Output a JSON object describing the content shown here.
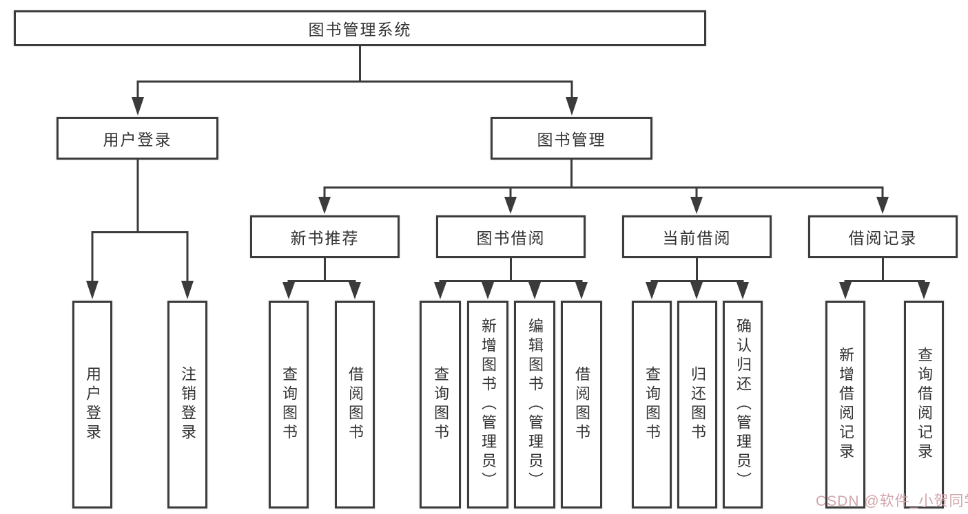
{
  "diagram": {
    "title": "图书管理系统",
    "root": {
      "label": "图书管理系统"
    },
    "level2": [
      {
        "id": "user-login",
        "label": "用户登录"
      },
      {
        "id": "book-mgmt",
        "label": "图书管理"
      }
    ],
    "level3": [
      {
        "id": "new-book-recommend",
        "label": "新书推荐",
        "parent": "图书管理"
      },
      {
        "id": "book-borrow",
        "label": "图书借阅",
        "parent": "图书管理"
      },
      {
        "id": "current-borrow",
        "label": "当前借阅",
        "parent": "图书管理"
      },
      {
        "id": "borrow-record",
        "label": "借阅记录",
        "parent": "图书管理"
      }
    ],
    "leaves": [
      {
        "id": "user-login",
        "label": "用户登录",
        "parent": "用户登录"
      },
      {
        "id": "logout",
        "label": "注销登录",
        "parent": "用户登录"
      },
      {
        "id": "nb-query-book",
        "label": "查询图书",
        "parent": "新书推荐"
      },
      {
        "id": "nb-borrow-book",
        "label": "借阅图书",
        "parent": "新书推荐"
      },
      {
        "id": "bb-query-book",
        "label": "查询图书",
        "parent": "图书借阅"
      },
      {
        "id": "bb-add-book",
        "label": "新增图书（管理员）",
        "parent": "图书借阅"
      },
      {
        "id": "bb-edit-book",
        "label": "编辑图书（管理员）",
        "parent": "图书借阅"
      },
      {
        "id": "bb-borrow-book",
        "label": "借阅图书",
        "parent": "图书借阅"
      },
      {
        "id": "cb-query-book",
        "label": "查询图书",
        "parent": "当前借阅"
      },
      {
        "id": "cb-return-book",
        "label": "归还图书",
        "parent": "当前借阅"
      },
      {
        "id": "cb-confirm-return",
        "label": "确认归还（管理员）",
        "parent": "当前借阅"
      },
      {
        "id": "br-add-record",
        "label": "新增借阅记录",
        "parent": "借阅记录"
      },
      {
        "id": "br-query-record",
        "label": "查询借阅记录",
        "parent": "借阅记录"
      }
    ]
  },
  "watermark": {
    "text": "CSDN @软件_小贺同学",
    "color": "#d1a6ab"
  },
  "colors": {
    "line": "#3b3b3b",
    "box_border": "#3c3c3c",
    "text": "#333333",
    "background": "#ffffff"
  }
}
